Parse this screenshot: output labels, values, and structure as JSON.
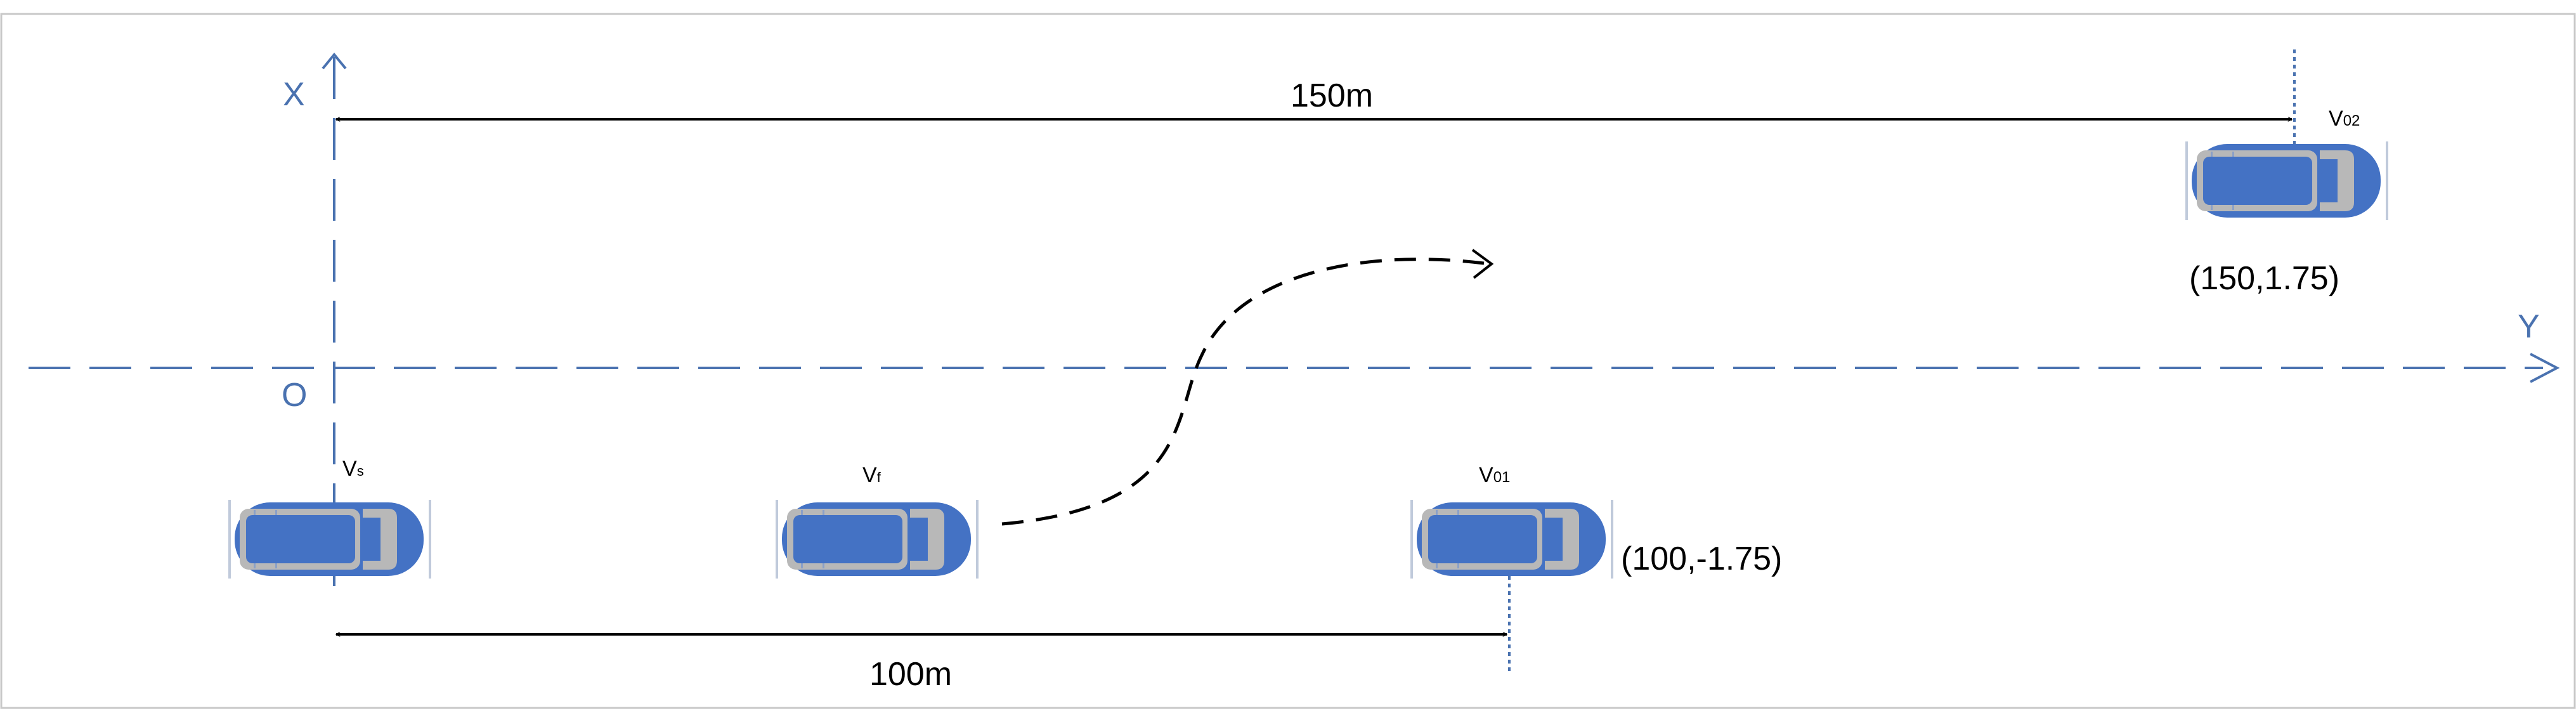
{
  "axes": {
    "x_label": "X",
    "y_label": "Y",
    "origin_label": "O"
  },
  "distances": {
    "top": "150m",
    "bottom": "100m"
  },
  "vehicles": {
    "vs": {
      "label": "Vs",
      "label_main": "V",
      "label_sub": "s"
    },
    "vf": {
      "label": "Vf",
      "label_main": "V",
      "label_sub": "f"
    },
    "v01": {
      "label": "V01",
      "label_main": "V",
      "label_sub": "01",
      "coordinates": "(100,-1.75)"
    },
    "v02": {
      "label": "V02",
      "label_main": "V",
      "label_sub": "02",
      "coordinates": "(150,1.75)"
    }
  },
  "colors": {
    "axis": "#4a72b0",
    "car_body": "#4472c4",
    "car_trim": "#b8b8b8",
    "arrow": "#000000",
    "frame": "#c8c8c8"
  }
}
